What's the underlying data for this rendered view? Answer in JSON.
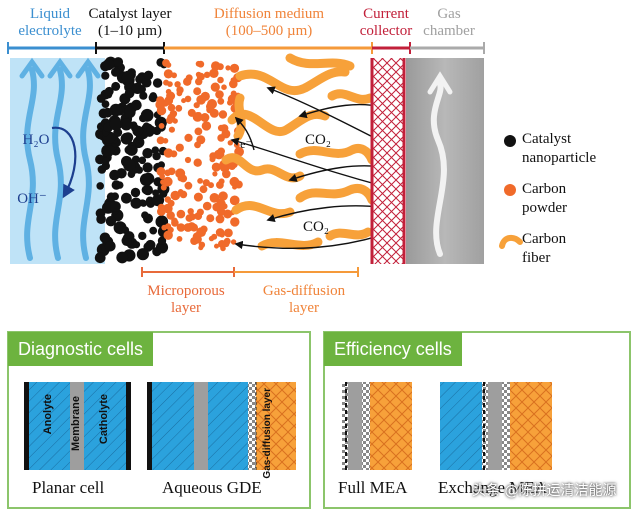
{
  "top_labels": {
    "liquid_electrolyte": [
      "Liquid",
      "electrolyte"
    ],
    "catalyst_layer": [
      "Catalyst layer",
      "(1–10 µm)"
    ],
    "diffusion_medium": [
      "Diffusion medium",
      "(100–500 µm)"
    ],
    "current_collector": [
      "Current",
      "collector"
    ],
    "gas_chamber": [
      "Gas",
      "chamber"
    ]
  },
  "bottom_labels": {
    "microporous": [
      "Microporous",
      "layer"
    ],
    "gas_diffusion": [
      "Gas-diffusion",
      "layer"
    ]
  },
  "species": {
    "h2o": "H₂O",
    "oh": "OH⁻",
    "electron": "e⁻",
    "co2_a": "CO₂",
    "co2_b": "CO₂"
  },
  "legend": [
    {
      "label": [
        "Catalyst",
        "nanoparticle"
      ],
      "color": "#111111"
    },
    {
      "label": [
        "Carbon",
        "powder"
      ],
      "color": "#f06a2a"
    },
    {
      "label": [
        "Carbon",
        "fiber"
      ],
      "color": "#f7a13a"
    }
  ],
  "panels": {
    "diagnostic": {
      "title": "Diagnostic cells",
      "captions": [
        "Planar cell",
        "Aqueous GDE"
      ],
      "cell_labels": {
        "anolyte": "Anolyte",
        "membrane": "Membrane",
        "catholyte": "Catholyte",
        "gdl": "Gas-diffusion layer"
      }
    },
    "efficiency": {
      "title": "Efficiency cells",
      "captions": [
        "Full MEA",
        "Exchange MEA"
      ]
    }
  },
  "watermark": "头条 @陈拼运清洁能源",
  "colors": {
    "electrolyte": "#bfe3f7",
    "arrow_blue": "#5fb1e3",
    "catalyst": "#111111",
    "carbon_powder": "#f06a2a",
    "carbon_fiber": "#f7a13a",
    "collector": "#c2203a",
    "gas": "#a7a7a7",
    "panel_green": "#6db33f",
    "cell_blue": "#2ba2dd",
    "membrane": "#9e9e9e"
  }
}
